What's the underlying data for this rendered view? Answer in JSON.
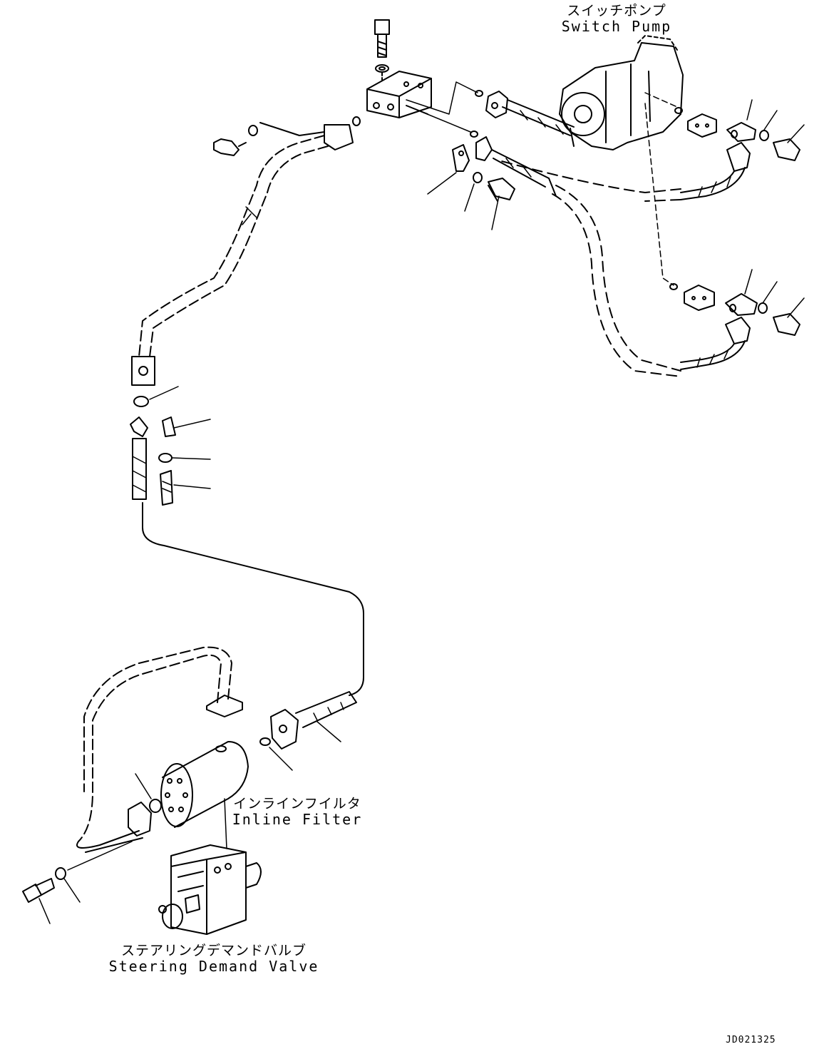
{
  "labels": {
    "switch_pump_jp": "スイッチポンプ",
    "switch_pump_en": "Switch Pump",
    "inline_filter_jp": "インラインフイルタ",
    "inline_filter_en": "Inline Filter",
    "steering_valve_jp": "ステアリングデマンドバルブ",
    "steering_valve_en": "Steering Demand Valve"
  },
  "drawing_id": "JD021325"
}
